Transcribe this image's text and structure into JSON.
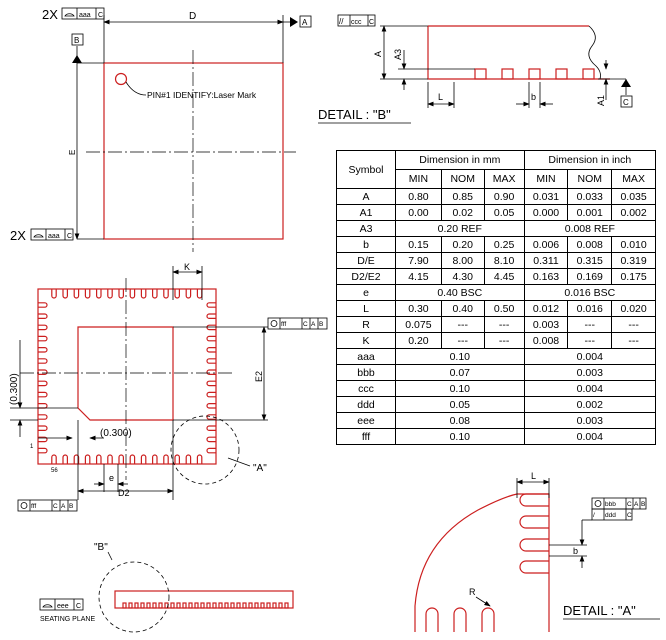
{
  "top_view": {
    "tol_left_top": "2X",
    "tol_left_top_frame": "aaa",
    "tol_left_top_datum": "C",
    "tol_left_bottom": "2X",
    "tol_left_bottom_frame": "aaa",
    "tol_left_bottom_datum": "C",
    "dim_d": "D",
    "dim_e": "E",
    "datum_a": "A",
    "datum_b": "B",
    "pin1_note": "PIN#1 IDENTIFY:Laser Mark"
  },
  "detail_b": {
    "title": "DETAIL : \"B\"",
    "frame_sym": "//",
    "frame_tol": "ccc",
    "frame_datum": "C",
    "dim_a": "A",
    "dim_a3": "A3",
    "dim_a1": "A1",
    "dim_l": "L",
    "dim_b": "b",
    "datum_c": "C"
  },
  "bottom_view": {
    "dim_k": "K",
    "dim_e2": "E2",
    "dim_d2": "D2",
    "dim_e": "e",
    "ref_0300_v": "(0.300)",
    "ref_0300_h": "(0.300)",
    "pin_1": "1",
    "pin_56": "56",
    "callout_a": "\"A\"",
    "frame_right": [
      "fff",
      "C",
      "A",
      "B"
    ],
    "frame_left": [
      "fff",
      "C",
      "A",
      "B"
    ]
  },
  "side_view": {
    "callout_b": "\"B\"",
    "frame_tol": "eee",
    "frame_datum": "C",
    "seating_plane": "SEATING PLANE"
  },
  "detail_a": {
    "title": "DETAIL : \"A\"",
    "dim_l": "L",
    "dim_b": "b",
    "dim_r": "R",
    "frame_bbb": [
      "bbb",
      "C",
      "A",
      "B"
    ],
    "frame_ddd": [
      "ddd",
      "C"
    ]
  },
  "table": {
    "symbol_header": "Symbol",
    "mm_header": "Dimension in mm",
    "inch_header": "Dimension in inch",
    "sub_headers": [
      "MIN",
      "NOM",
      "MAX",
      "MIN",
      "NOM",
      "MAX"
    ],
    "rows": [
      {
        "symbol": "A",
        "cells": [
          "0.80",
          "0.85",
          "0.90",
          "0.031",
          "0.033",
          "0.035"
        ]
      },
      {
        "symbol": "A1",
        "cells": [
          "0.00",
          "0.02",
          "0.05",
          "0.000",
          "0.001",
          "0.002"
        ]
      },
      {
        "symbol": "A3",
        "mm_span": "0.20 REF",
        "inch_span": "0.008 REF"
      },
      {
        "symbol": "b",
        "cells": [
          "0.15",
          "0.20",
          "0.25",
          "0.006",
          "0.008",
          "0.010"
        ]
      },
      {
        "symbol": "D/E",
        "cells": [
          "7.90",
          "8.00",
          "8.10",
          "0.311",
          "0.315",
          "0.319"
        ]
      },
      {
        "symbol": "D2/E2",
        "cells": [
          "4.15",
          "4.30",
          "4.45",
          "0.163",
          "0.169",
          "0.175"
        ]
      },
      {
        "symbol": "e",
        "mm_span": "0.40 BSC",
        "inch_span": "0.016 BSC"
      },
      {
        "symbol": "L",
        "cells": [
          "0.30",
          "0.40",
          "0.50",
          "0.012",
          "0.016",
          "0.020"
        ]
      },
      {
        "symbol": "R",
        "cells": [
          "0.075",
          "---",
          "---",
          "0.003",
          "---",
          "---"
        ]
      },
      {
        "symbol": "K",
        "cells": [
          "0.20",
          "---",
          "---",
          "0.008",
          "---",
          "---"
        ]
      },
      {
        "symbol": "aaa",
        "mm_span": "0.10",
        "inch_span": "0.004"
      },
      {
        "symbol": "bbb",
        "mm_span": "0.07",
        "inch_span": "0.003"
      },
      {
        "symbol": "ccc",
        "mm_span": "0.10",
        "inch_span": "0.004"
      },
      {
        "symbol": "ddd",
        "mm_span": "0.05",
        "inch_span": "0.002"
      },
      {
        "symbol": "eee",
        "mm_span": "0.08",
        "inch_span": "0.003"
      },
      {
        "symbol": "fff",
        "mm_span": "0.10",
        "inch_span": "0.004"
      }
    ]
  },
  "colors": {
    "outline": "#cc1f1f",
    "line": "#000000"
  }
}
